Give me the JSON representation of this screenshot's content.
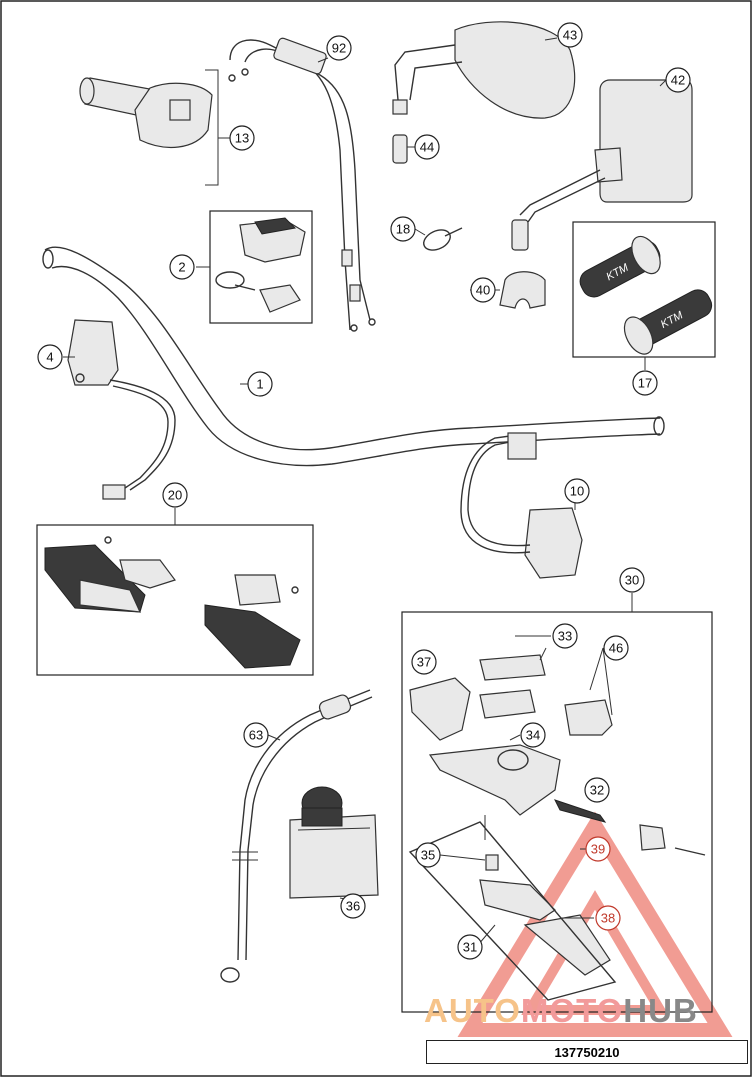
{
  "diagram": {
    "callouts": [
      {
        "id": "c1",
        "label": "1"
      },
      {
        "id": "c2",
        "label": "2"
      },
      {
        "id": "c4",
        "label": "4"
      },
      {
        "id": "c10",
        "label": "10"
      },
      {
        "id": "c13",
        "label": "13"
      },
      {
        "id": "c17",
        "label": "17"
      },
      {
        "id": "c18",
        "label": "18"
      },
      {
        "id": "c20",
        "label": "20"
      },
      {
        "id": "c30",
        "label": "30"
      },
      {
        "id": "c31",
        "label": "31"
      },
      {
        "id": "c32",
        "label": "32"
      },
      {
        "id": "c33",
        "label": "33"
      },
      {
        "id": "c34",
        "label": "34"
      },
      {
        "id": "c35",
        "label": "35"
      },
      {
        "id": "c36",
        "label": "36"
      },
      {
        "id": "c37",
        "label": "37"
      },
      {
        "id": "c38",
        "label": "38"
      },
      {
        "id": "c39",
        "label": "39"
      },
      {
        "id": "c40",
        "label": "40"
      },
      {
        "id": "c42",
        "label": "42"
      },
      {
        "id": "c43",
        "label": "43"
      },
      {
        "id": "c44",
        "label": "44"
      },
      {
        "id": "c46",
        "label": "46"
      },
      {
        "id": "c63",
        "label": "63"
      },
      {
        "id": "c92",
        "label": "92"
      }
    ],
    "grip_brand_mark": "KTM",
    "document_number": "137750210"
  },
  "watermark": {
    "part_a": "AUTO",
    "part_b": "MOTO",
    "part_c": "HUB",
    "colors": {
      "orange": "#f6c389",
      "red": "#f29a9a",
      "grey": "#888888"
    }
  }
}
